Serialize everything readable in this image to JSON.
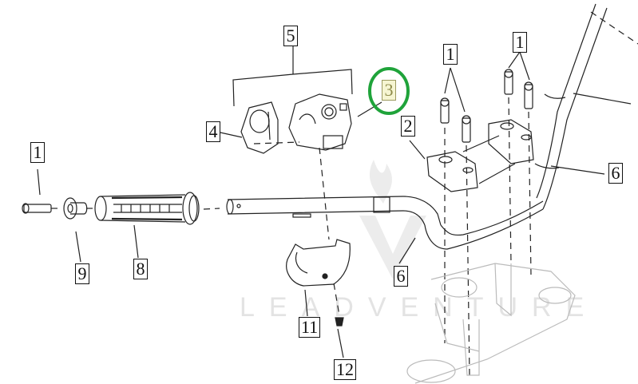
{
  "diagram": {
    "type": "exploded-parts-diagram",
    "subject": "motorcycle handlebar assembly with left switch housing",
    "watermark": "LEADVENTURE",
    "highlight_color": "#1fa33a",
    "callouts": [
      {
        "id": "c1a",
        "label": "1",
        "part": "grip end bolt"
      },
      {
        "id": "c1b",
        "label": "1",
        "part": "clamp bolts (front riser)"
      },
      {
        "id": "c1c",
        "label": "1",
        "part": "clamp bolts (rear riser)"
      },
      {
        "id": "c2",
        "label": "2",
        "part": "handlebar clamp"
      },
      {
        "id": "c3",
        "label": "3",
        "part": "switch housing",
        "highlighted": true
      },
      {
        "id": "c4",
        "label": "4",
        "part": "switch housing half"
      },
      {
        "id": "c5",
        "label": "5",
        "part": "switch assembly"
      },
      {
        "id": "c6a",
        "label": "6",
        "part": "handlebar"
      },
      {
        "id": "c6b",
        "label": "6",
        "part": "handlebar"
      },
      {
        "id": "c8",
        "label": "8",
        "part": "grip"
      },
      {
        "id": "c9",
        "label": "9",
        "part": "bar end weight"
      },
      {
        "id": "c11",
        "label": "11",
        "part": "switch cover"
      },
      {
        "id": "c12",
        "label": "12",
        "part": "cover screw"
      }
    ]
  }
}
